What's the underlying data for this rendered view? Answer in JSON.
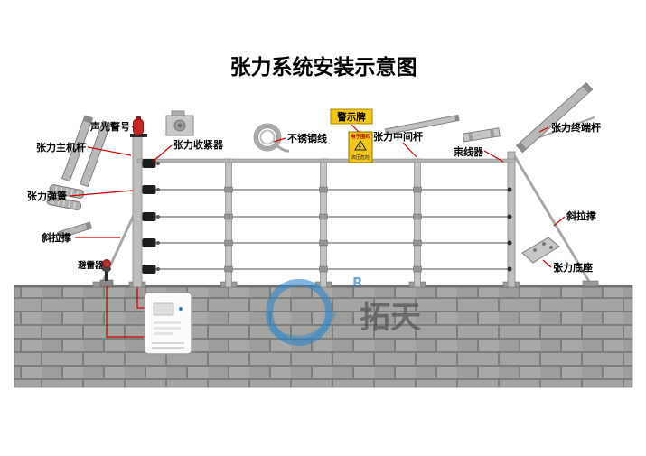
{
  "title": "张力系统安装示意图",
  "labels": {
    "main_pole": "张力主机杆",
    "alarm": "声光警号",
    "tightener": "张力收紧器",
    "steel_wire": "不锈钢线",
    "warning_sign": "警示牌",
    "middle_pole": "张力中间杆",
    "wire_binder": "束线器",
    "terminal_pole": "张力终端杆",
    "spring": "张力弹簧",
    "brace_left": "斜拉撑",
    "arrester": "避雷器",
    "brace_right": "斜拉撑",
    "base": "张力底座"
  },
  "sign": {
    "line1": "电子围栏",
    "line2": "高压危险"
  },
  "watermark": {
    "brand": "拓天",
    "mark": "R"
  },
  "colors": {
    "leader_red": "#cc0000",
    "beacon_red": "#c62828",
    "sign_yellow": "#f2c71d",
    "watermark_blue": "#2f86c8"
  }
}
